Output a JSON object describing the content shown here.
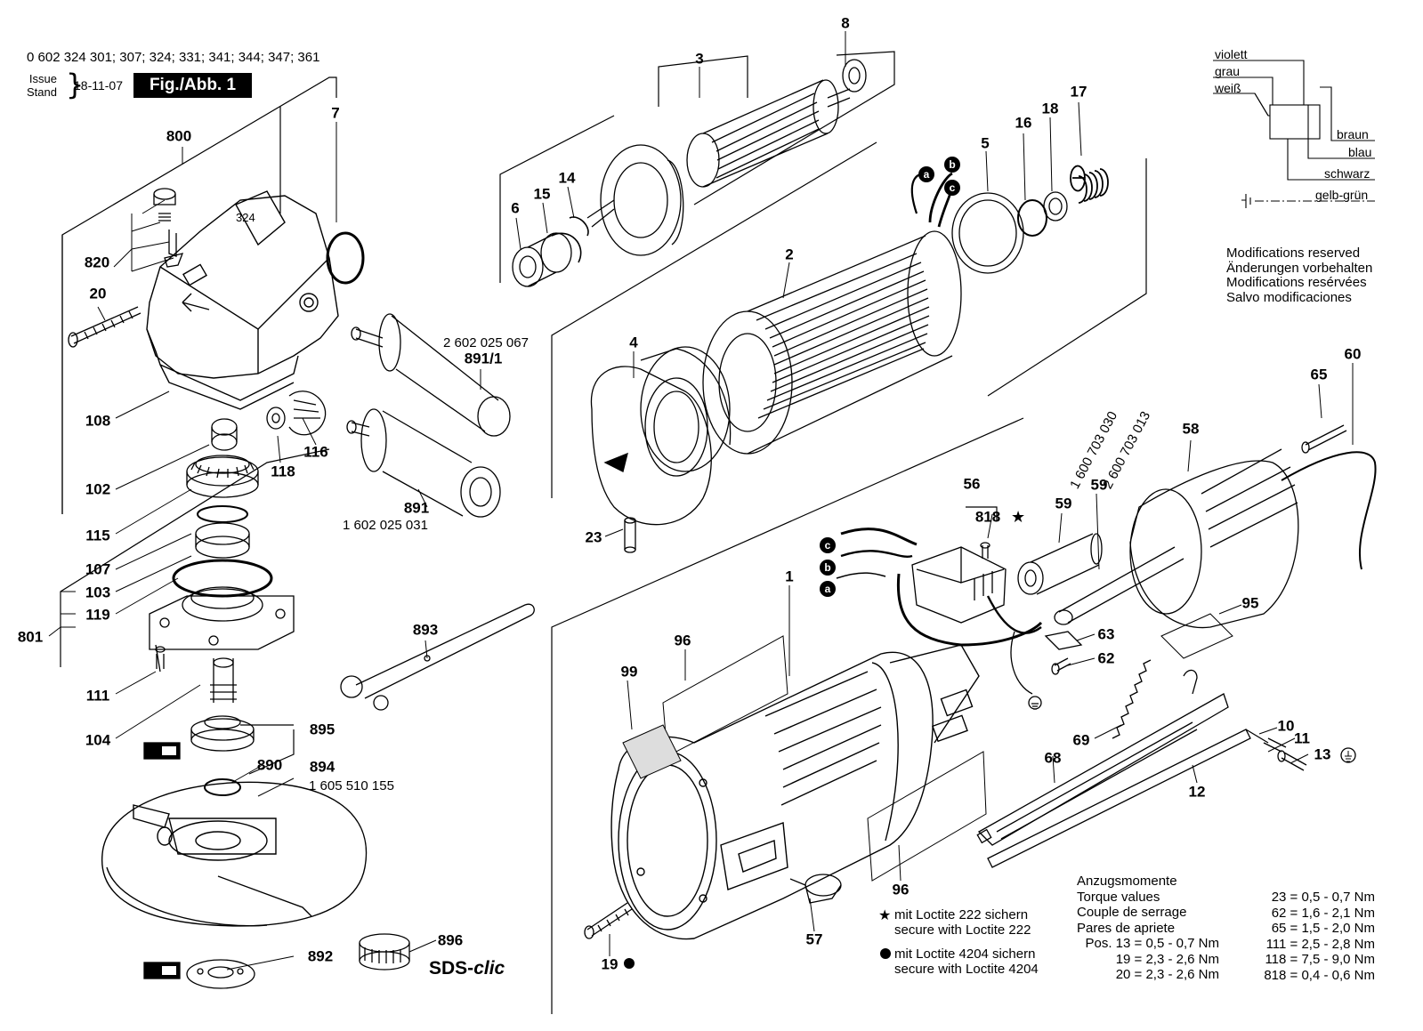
{
  "header": {
    "part_numbers": "0 602 324 301; 307; 324; 331; 341; 344; 347; 361",
    "issue_label": "Issue",
    "stand_label": "Stand",
    "date": "18-11-07",
    "figure": "Fig./Abb. 1"
  },
  "wiring": {
    "colors": [
      "violett",
      "grau",
      "weiß",
      "braun",
      "blau",
      "schwarz",
      "gelb-grün"
    ]
  },
  "modifications": [
    "Modifications reserved",
    "Änderungen vorbehalten",
    "Modifications resérvées",
    "Salvo modificaciones"
  ],
  "torque": {
    "titles": [
      "Anzugsmomente",
      "Torque values",
      "Couple de serrage",
      "Pares de apriete"
    ],
    "pos_lines": [
      "Pos. 13 = 0,5 - 0,7 Nm",
      "19 = 2,3 - 2,6 Nm",
      "20 = 2,3 - 2,6 Nm"
    ],
    "right_lines": [
      "23 = 0,5 - 0,7 Nm",
      "62 = 1,6 - 2,1 Nm",
      "65 = 1,5 - 2,0 Nm",
      "111 = 2,5 - 2,8 Nm",
      "118 = 7,5 - 9,0 Nm",
      "818 = 0,4 - 0,6 Nm"
    ]
  },
  "loctite": {
    "star_lines": [
      "mit Loctite 222 sichern",
      "secure with Loctite 222"
    ],
    "dot_lines": [
      "mit Loctite 4204 sichern",
      "secure with Loctite 4204"
    ]
  },
  "sds": {
    "prefix": "SDS-",
    "suffix": "clic"
  },
  "sub_part_numbers": {
    "handle_a": "2 602 025 067",
    "handle_b": "1 602 025 031",
    "guard": "1 605 510 155",
    "switch_a": "1 600 703 030",
    "switch_b": "2 600 703 013"
  },
  "wire_tags": [
    "a",
    "b",
    "c"
  ],
  "part_labels": [
    "800",
    "7",
    "820",
    "20",
    "108",
    "102",
    "115",
    "107",
    "103",
    "119",
    "801",
    "111",
    "104",
    "895",
    "890",
    "894",
    "892",
    "896",
    "118",
    "116",
    "891/1",
    "891",
    "893",
    "3",
    "8",
    "6",
    "15",
    "14",
    "2",
    "5",
    "16",
    "18",
    "17",
    "4",
    "23",
    "1",
    "96",
    "99",
    "56",
    "818",
    "59",
    "58",
    "65",
    "60",
    "95",
    "63",
    "62",
    "69",
    "68",
    "12",
    "10",
    "11",
    "13",
    "57",
    "19",
    "324"
  ]
}
